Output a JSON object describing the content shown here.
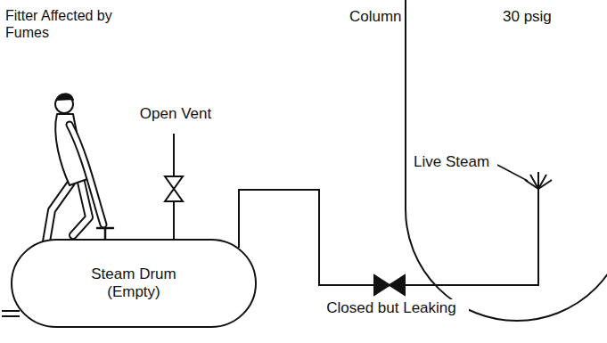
{
  "diagram": {
    "nodes": [
      {
        "text": [
          "Steam Drum (Empty)"
        ]
      },
      {
        "text": [
          "Column",
          "30 psig"
        ]
      }
    ],
    "edges": [
      {
        "from": 0,
        "to": 1,
        "arrow": "none",
        "label": "Closed but Leaking"
      }
    ],
    "labels": [
      "Fitter Affected by Fumes",
      "Open Vent",
      "Live Steam"
    ]
  }
}
